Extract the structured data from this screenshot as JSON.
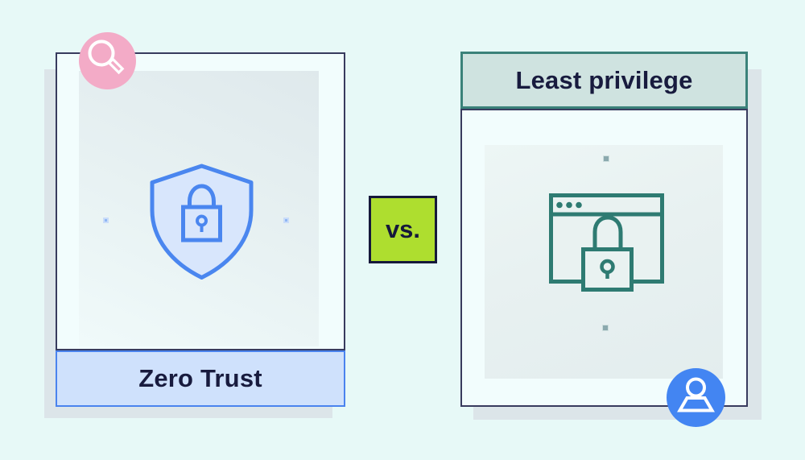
{
  "page": {
    "background": "#e7f9f7",
    "card_background": "#f2fdfd",
    "card_border": "#383b5e",
    "shadow_color": "#dce5e9",
    "text_color": "#181b3e"
  },
  "left_card": {
    "label": "Zero Trust",
    "icon": "shield-lock",
    "badge_icon": "magnifier",
    "colors": {
      "accent_blue": "#4a86ef",
      "shield_fill": "#d8e6fc",
      "banner_bg": "#cfe1fc",
      "banner_border": "#4a83ee",
      "badge_bg": "#f3abc7",
      "square": "#8fb6f3"
    }
  },
  "divider": {
    "label": "vs.",
    "colors": {
      "bg": "#aede2f",
      "border": "#16193b"
    }
  },
  "right_card": {
    "label": "Least privilege",
    "icon": "browser-lock",
    "badge_icon": "person",
    "colors": {
      "accent_teal": "#2e7b72",
      "header_bg": "#cfe3e0",
      "header_border": "#3b827a",
      "icon_fill": "#e9f2f1",
      "badge_bg": "#4385f2",
      "square": "#8ba9ae"
    }
  }
}
